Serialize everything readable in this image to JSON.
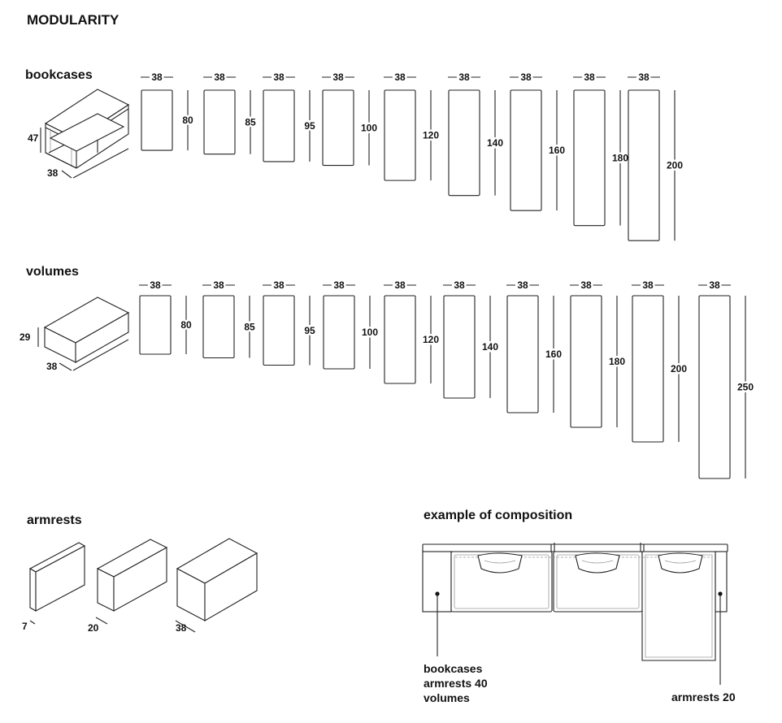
{
  "title": "MODULARITY",
  "bookcases": {
    "label": "bookcases",
    "iso_height": "47",
    "iso_depth": "38",
    "width_label": "38",
    "heights": [
      "80",
      "85",
      "95",
      "100",
      "120",
      "140",
      "160",
      "180",
      "200"
    ]
  },
  "volumes": {
    "label": "volumes",
    "iso_height": "29",
    "iso_depth": "38",
    "width_label": "38",
    "heights": [
      "80",
      "85",
      "95",
      "100",
      "120",
      "140",
      "160",
      "180",
      "200",
      "250"
    ]
  },
  "armrests": {
    "label": "armrests",
    "widths": [
      "7",
      "20",
      "38"
    ]
  },
  "composition": {
    "title": "example of composition",
    "callout_left": [
      "bookcases",
      "armrests 40",
      "volumes"
    ],
    "callout_right": "armrests 20"
  }
}
